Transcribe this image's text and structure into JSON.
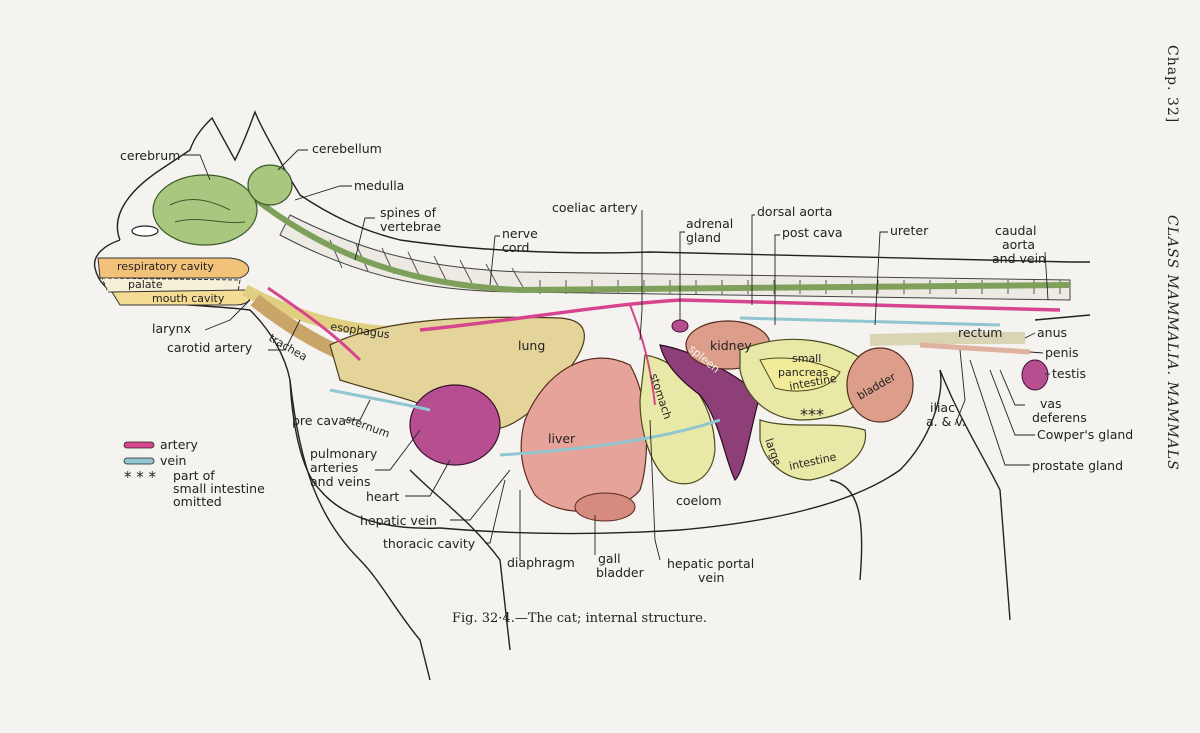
{
  "header": {
    "chapter": "Chap. 32]",
    "running_title": "CLASS MAMMALIA. MAMMALS"
  },
  "caption": "Fig. 32·4.—The cat; internal structure.",
  "legend": {
    "artery": "artery",
    "vein": "vein",
    "omitted_line1": "part of",
    "omitted_line2": "small intestine",
    "omitted_line3": "omitted",
    "stars": "* * *",
    "artery_color": "#d6458e",
    "vein_color": "#8fc6cf"
  },
  "labels": {
    "cerebrum": "cerebrum",
    "cerebellum": "cerebellum",
    "medulla": "medulla",
    "spines_1": "spines of",
    "spines_2": "vertebrae",
    "nerve_1": "nerve",
    "nerve_2": "cord",
    "coeliac": "coeliac artery",
    "adrenal_1": "adrenal",
    "adrenal_2": "gland",
    "dorsal_aorta": "dorsal aorta",
    "post_cava": "post cava",
    "ureter": "ureter",
    "caudal_1": "caudal",
    "caudal_2": "aorta",
    "caudal_3": "and vein",
    "respiratory": "respiratory cavity",
    "palate": "palate",
    "mouth": "mouth cavity",
    "esophagus": "esophagus",
    "larynx": "larynx",
    "carotid": "carotid artery",
    "trachea": "trachea",
    "lung": "lung",
    "kidney": "kidney",
    "spleen": "spleen",
    "stomach": "stomach",
    "small_1": "small",
    "pancreas": "pancreas",
    "intestine": "intestine",
    "rectum": "rectum",
    "anus": "anus",
    "penis": "penis",
    "testis": "testis",
    "bladder": "bladder",
    "iliac_1": "iliac",
    "iliac_2": "a. & v.",
    "vas_1": "vas",
    "vas_2": "deferens",
    "cowpers": "Cowper's gland",
    "prostate": "prostate gland",
    "large_1": "large",
    "large_2": "intestine",
    "stars_omitted": "***",
    "pre_cava": "pre cava",
    "sternum": "sternum",
    "pulm_1": "pulmonary",
    "pulm_2": "arteries",
    "pulm_3": "and veins",
    "heart": "heart",
    "liver": "liver",
    "hepatic_vein": "hepatic vein",
    "thoracic": "thoracic cavity",
    "diaphragm": "diaphragm",
    "gall_1": "gall",
    "gall_2": "bladder",
    "portal_1": "hepatic portal",
    "portal_2": "vein",
    "coelom": "coelom"
  },
  "colors": {
    "brain": "#a9c77f",
    "lung": "#e5d49a",
    "liver": "#e6a39a",
    "kidney": "#dc9e8a",
    "spleen": "#8e3f78",
    "heart": "#b74e8f",
    "intestine": "#e8e9a6",
    "orange": "#f2c27a",
    "nerve": "#7fa05a"
  }
}
